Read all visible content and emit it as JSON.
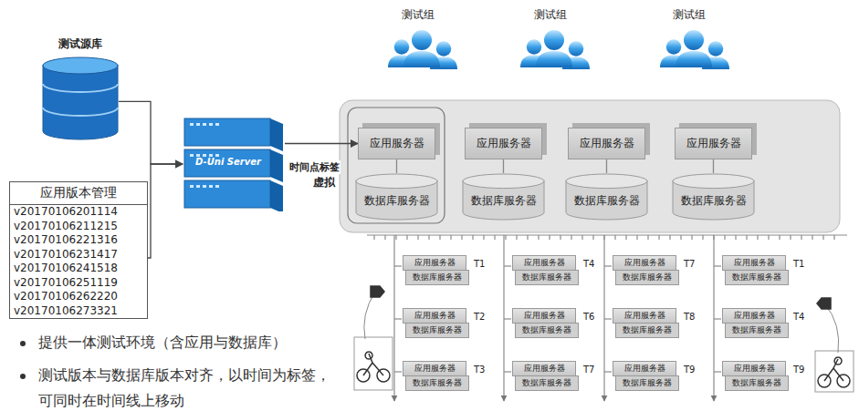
{
  "diagram": {
    "nodes": [
      {
        "text": [
          "测试源库"
        ]
      },
      {
        "text": [
          "应用版本管理",
          "v20170106201114",
          "v20170106211215",
          "v20170106221316",
          "v20170106231417",
          "v20170106241518",
          "v20170106251119",
          "v20170106262220",
          "v20170106273321"
        ]
      },
      {
        "text": [
          "D-Uni Server"
        ]
      },
      {
        "text": [
          "应用服务器"
        ]
      },
      {
        "text": [
          "数据库服务器"
        ]
      },
      {
        "text": [
          "应用服务器"
        ]
      },
      {
        "text": [
          "数据库服务器"
        ]
      },
      {
        "text": [
          "应用服务器"
        ]
      },
      {
        "text": [
          "数据库服务器"
        ]
      },
      {
        "text": [
          "应用服务器"
        ]
      },
      {
        "text": [
          "数据库服务器"
        ]
      },
      {
        "text": [
          "应用服务器",
          "数据库服务器",
          "T1"
        ]
      },
      {
        "text": [
          "应用服务器",
          "数据库服务器",
          "T2"
        ]
      },
      {
        "text": [
          "应用服务器",
          "数据库服务器",
          "T3"
        ]
      },
      {
        "text": [
          "应用服务器",
          "数据库服务器",
          "T4"
        ]
      },
      {
        "text": [
          "应用服务器",
          "数据库服务器",
          "T6"
        ]
      },
      {
        "text": [
          "应用服务器",
          "数据库服务器",
          "T7"
        ]
      },
      {
        "text": [
          "应用服务器",
          "数据库服务器",
          "T7"
        ]
      },
      {
        "text": [
          "应用服务器",
          "数据库服务器",
          "T8"
        ]
      },
      {
        "text": [
          "应用服务器",
          "数据库服务器",
          "T9"
        ]
      },
      {
        "text": [
          "应用服务器",
          "数据库服务器",
          "T1"
        ]
      },
      {
        "text": [
          "应用服务器",
          "数据库服务器",
          "T4"
        ]
      },
      {
        "text": [
          "应用服务器",
          "数据库服务器",
          "T9"
        ]
      }
    ],
    "edges": [
      {
        "from": 0,
        "to": 2,
        "arrow": "to"
      },
      {
        "from": 1,
        "to": 2,
        "arrow": "to"
      },
      {
        "from": 2,
        "to": 3,
        "label": "时间点标签",
        "arrow": "to"
      },
      {
        "from": 3,
        "to": 4,
        "arrow": "none"
      },
      {
        "from": 5,
        "to": 6,
        "arrow": "none"
      },
      {
        "from": 7,
        "to": 8,
        "arrow": "none"
      },
      {
        "from": 9,
        "to": 10,
        "arrow": "none"
      }
    ],
    "labels": [
      "测试组",
      "测试组",
      "测试组",
      "虚拟",
      "提供一体测试环境（含应用与数据库）",
      "测试版本与数据库版本对齐，以时间为标签，可同时在时间线上移动"
    ]
  }
}
